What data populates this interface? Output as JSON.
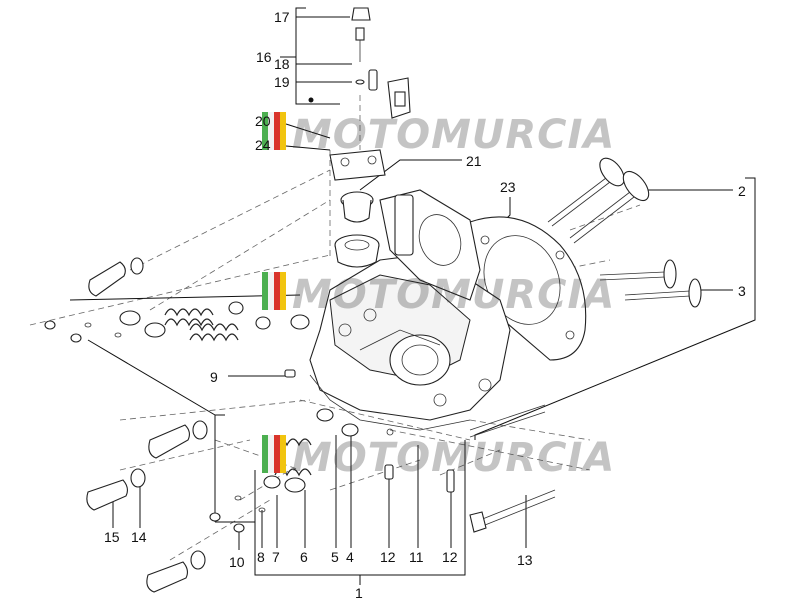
{
  "diagram": {
    "labels": {
      "l1": "1",
      "l2": "2",
      "l3": "3",
      "l4": "4",
      "l5": "5",
      "l6": "6",
      "l7": "7",
      "l8": "8",
      "l9": "9",
      "l10": "10",
      "l11": "11",
      "l12a": "12",
      "l12b": "12",
      "l13": "13",
      "l14": "14",
      "l15": "15",
      "l16": "16",
      "l17": "17",
      "l18": "18",
      "l19": "19",
      "l20": "20",
      "l21": "21",
      "l23": "23",
      "l24": "24"
    },
    "watermark": {
      "text": "MOTOMURCIA",
      "colors": {
        "green": "#4caf50",
        "white": "#f2f2f2",
        "red": "#d9342b",
        "yellow": "#f1c40f"
      }
    }
  }
}
